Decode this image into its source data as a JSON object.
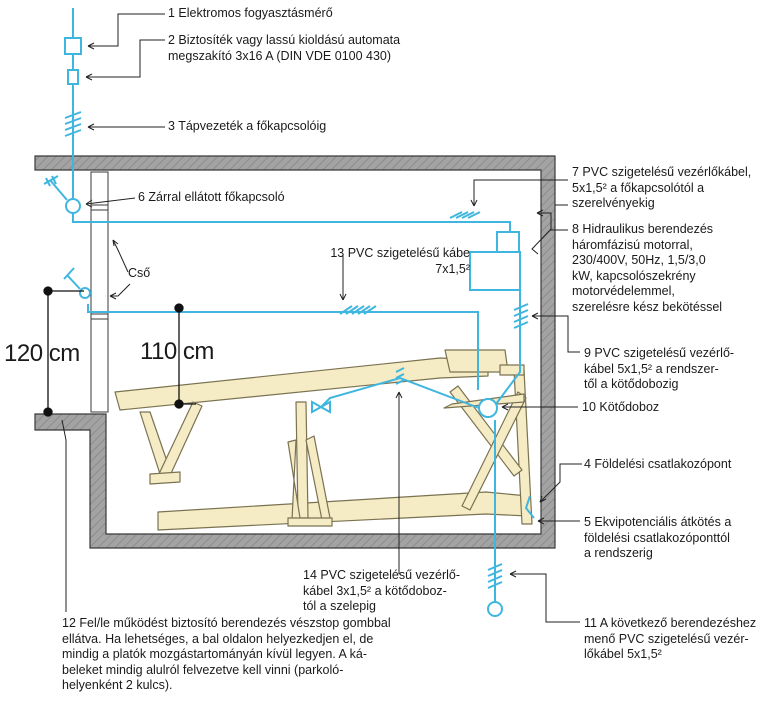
{
  "colors": {
    "cable": "#3fb6e0",
    "wall": "#9a9a9a",
    "wall_edge": "#3a3a3a",
    "platform": "#f5ecc6",
    "platform_edge": "#7a7250",
    "leader": "#222222"
  },
  "labels": {
    "l1": "1 Elektromos fogyasztásmérő",
    "l2": "2 Biztosíték vagy lassú kioldású automata\nmegszakító 3x16 A (DIN VDE 0100 430)",
    "l3": "3 Tápvezeték a főkapcsolóig",
    "l4": "4 Földelési csatlakozópont",
    "l5": "5 Ekvipotenciális átkötés a\nföldelési csatlakozóponttól\na rendszerig",
    "l6": "6 Zárral ellátott főkapcsoló",
    "l7": "7 PVC szigetelésű vezérlőkábel,\n5x1,5² a főkapcsolótól a\nszerelvényekig",
    "l8": "8 Hidraulikus berendezés\nháromfázisú motorral,\n230/400V, 50Hz, 1,5/3,0\nkW, kapcsolószekrény\nmotorvédelemmel,\nszerelésre kész bekötéssel",
    "l9": "9 PVC szigetelésű vezérlő-\nkábel 5x1,5² a rendszer-\ntől a kötődobozig",
    "l10": "10 Kötődoboz",
    "l11": "11 A következő berendezéshez\nmenő PVC szigetelésű vezér-\nlőkábel 5x1,5²",
    "l12": "12 Fel/le működést biztosító berendezés vészstop gombbal\nellátva. Ha lehetséges, a bal oldalon helyezkedjen el, de\nmindig a platók mozgástartományán kívül legyen. A ká-\nbeleket mindig alulról felvezetve kell vinni (parkoló-\nhelyenként 2 kulcs).",
    "l13": "13 PVC szigetelésű kábe\n7x1,5²",
    "l14": "14 PVC szigetelésű vezérlő-\nkábel 3x1,5² a kötődoboz-\ntól a szelepig",
    "pipe": "Cső",
    "dim120": "120 cm",
    "dim110": "110 cm"
  }
}
